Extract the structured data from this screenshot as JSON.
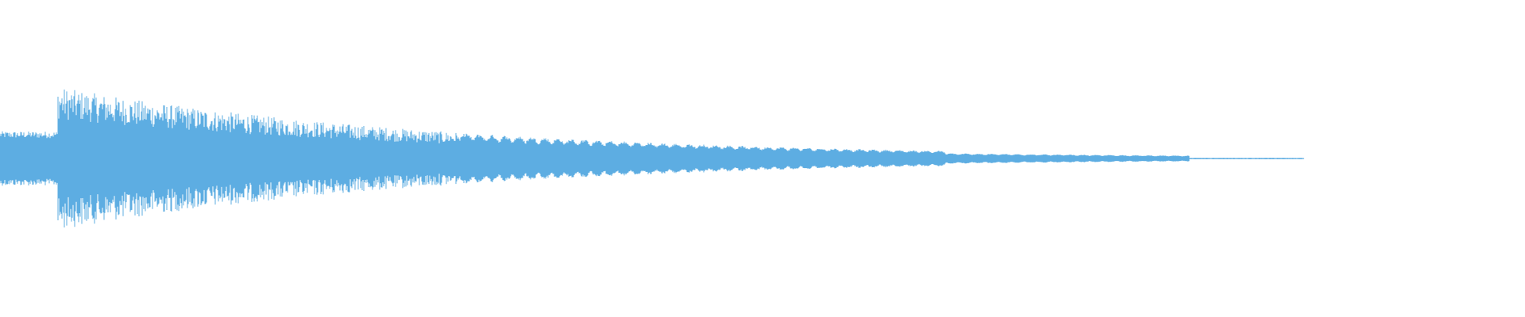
{
  "waveform": {
    "color": "#5dade2",
    "background": "#ffffff",
    "envelope": {
      "pre_attack_level": 0.36,
      "attack_time": 0.038,
      "peak_level": 0.95,
      "decay_time_constant": 0.26,
      "end_time": 0.855,
      "tail_level": 0.01
    }
  }
}
